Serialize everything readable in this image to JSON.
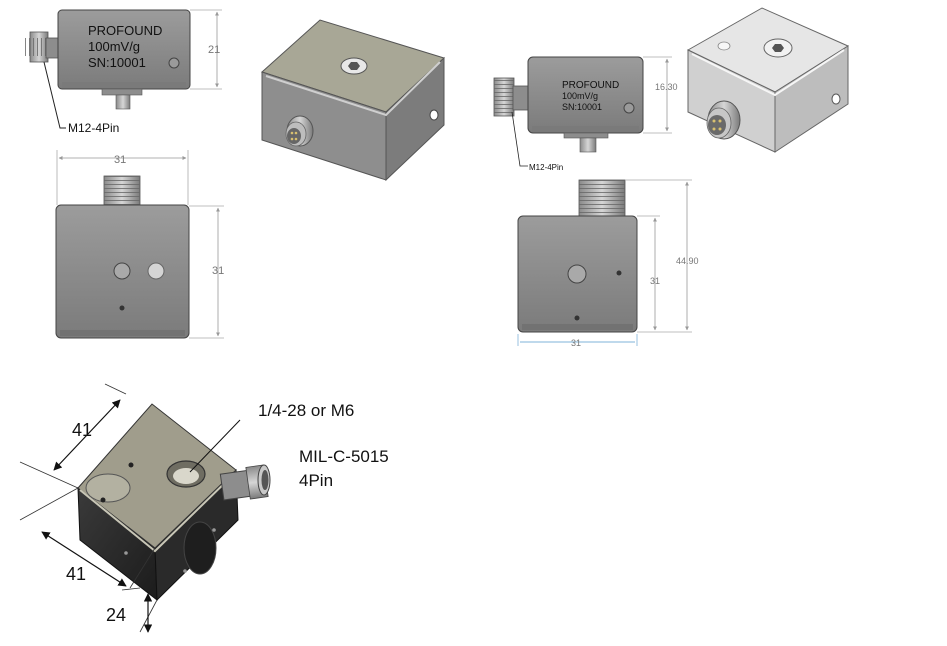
{
  "view1": {
    "label_brand": "PROFOUND",
    "label_sens": "100mV/g",
    "label_sn": "SN:10001",
    "dim_height": "21",
    "connector_note": "M12-4Pin"
  },
  "view2": {
    "dim_width": "31",
    "dim_height": "31"
  },
  "view3": {
    "label_brand": "PROFOUND",
    "label_sens": "100mV/g",
    "label_sn": "SN:10001",
    "dim_height": "16.30",
    "connector_note": "M12-4Pin"
  },
  "view4": {
    "dim_total": "44.90",
    "dim_body": "31",
    "dim_width": "31"
  },
  "view5": {
    "dim_top": "41",
    "dim_side": "41",
    "dim_height": "24",
    "thread_note": "1/4-28 or M6",
    "connector_line1": "MIL-C-5015",
    "connector_line2": "4Pin"
  },
  "colors": {
    "body_gray": "#8a8a8a",
    "top_panel": "#a8a796",
    "dim_line": "#9a9a9a",
    "dim_blue": "#7fb3d8"
  }
}
